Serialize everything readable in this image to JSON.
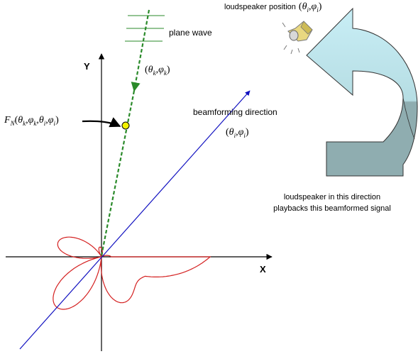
{
  "axes": {
    "x_label": "X",
    "y_label": "Y"
  },
  "labels": {
    "plane_wave": "plane wave",
    "beamforming_direction": "beamforming direction",
    "loudspeaker_position": "loudspeaker position",
    "playback_line1": "loudspeaker in this direction",
    "playback_line2": "playbacks this beamformed signal"
  },
  "math": {
    "fn_main": "F",
    "fn_sub": "N",
    "theta": "θ",
    "phi": "φ",
    "k": "k",
    "i": "i",
    "comma": ",",
    "lparen": "(",
    "rparen": ")"
  },
  "colors": {
    "pattern": "#d42020",
    "beam_line": "#1010c0",
    "wave_path": "#2a8a2a",
    "arrow_fill_top": "#c8eef6",
    "arrow_fill_bottom": "#8fadb0",
    "marker": "#f2f200"
  },
  "icons": {
    "speaker": "loudspeaker-icon"
  }
}
